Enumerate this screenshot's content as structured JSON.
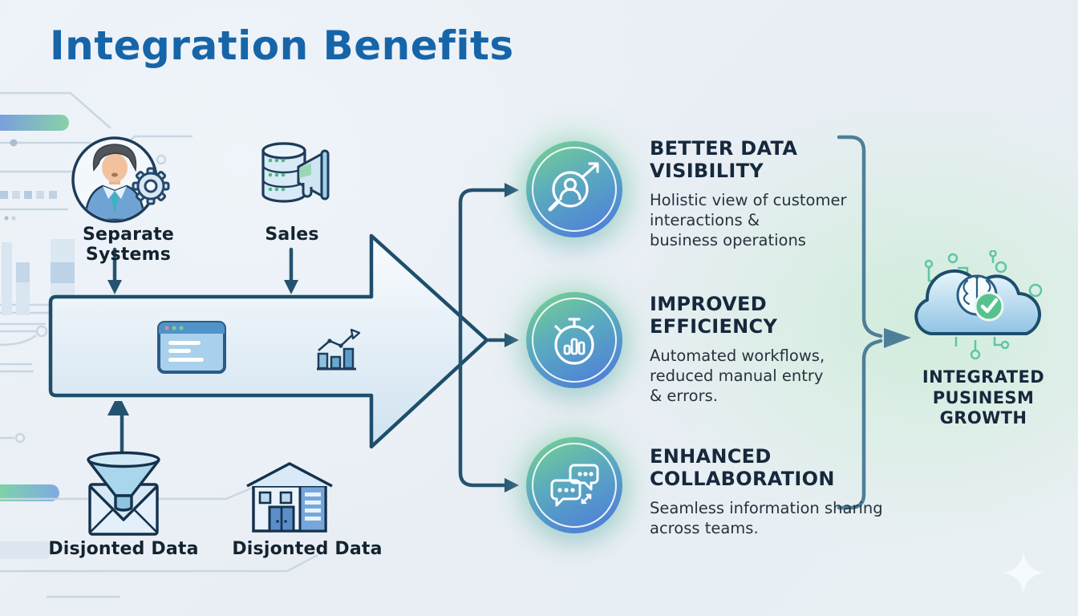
{
  "title": "Integration Benefits",
  "colors": {
    "title": "#1765a9",
    "heading": "#16283c",
    "body_text": "#27323e",
    "connector": "#24536f",
    "bracket": "#4e7f99",
    "circle_gradient_start": "#74cf92",
    "circle_gradient_end": "#4d7bdb"
  },
  "sources": [
    {
      "id": "separate-systems",
      "label": "Separate Systems",
      "icon": "person-gear-icon"
    },
    {
      "id": "sales",
      "label": "Sales",
      "icon": "database-megaphone-icon"
    },
    {
      "id": "disjointed-data-1",
      "label": "Disjonted Data",
      "icon": "funnel-envelope-icon"
    },
    {
      "id": "disjointed-data-2",
      "label": "Disjonted Data",
      "icon": "house-icon"
    }
  ],
  "pipeline": {
    "icons": [
      "browser-window-icon",
      "growth-chart-icon"
    ]
  },
  "benefits": [
    {
      "title": "BETTER DATA\nVISIBILITY",
      "description": "Holistic view of customer\ninteractions &\nbusiness operations",
      "icon": "magnifier-person-icon"
    },
    {
      "title": "IMPROVED\nEFFICIENCY",
      "description": "Automated workflows,\nreduced manual entry\n& errors.",
      "icon": "stopwatch-icon"
    },
    {
      "title": "ENHANCED\nCOLLABORATION",
      "description": "Seamless information sharing\nacross teams.",
      "icon": "chat-bubbles-icon"
    }
  ],
  "outcome": {
    "label": "INTEGRATED\nPUSINESM\nGROWTH",
    "icon": "cloud-brain-check-icon"
  }
}
